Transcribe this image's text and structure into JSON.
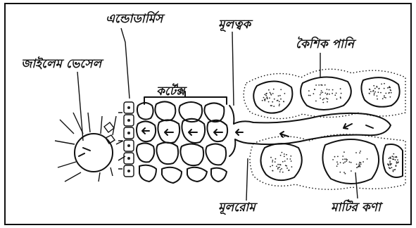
{
  "labels": {
    "endodermis": "এন্ডোডার্মিস",
    "root_epidermis": "মূলত্বক",
    "capillary_water": "কৈশিক পানি",
    "xylem_vessel": "জাইলেম ভেসেল",
    "cortex": "কর্টেক্স",
    "root_hair": "মূলরোম",
    "soil_particle": "মাটির কণা"
  },
  "colors": {
    "ink": "#111111",
    "background": "#ffffff"
  }
}
